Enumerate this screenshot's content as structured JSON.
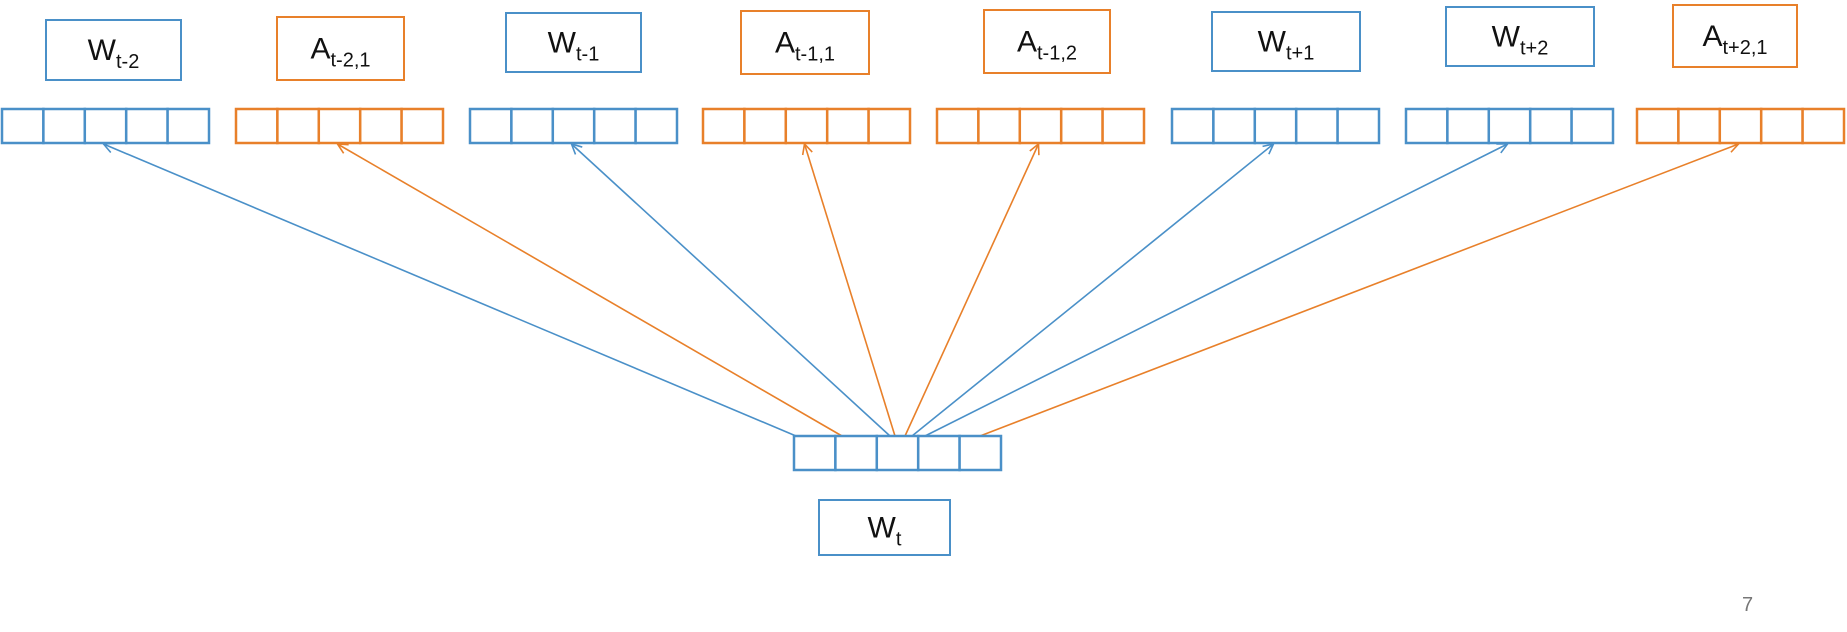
{
  "colors": {
    "word": "#4a90c8",
    "attribute": "#e8802a"
  },
  "context_nodes": [
    {
      "kind": "word",
      "base": "W",
      "sub": "t-2"
    },
    {
      "kind": "attribute",
      "base": "A",
      "sub": "t-2,1"
    },
    {
      "kind": "word",
      "base": "W",
      "sub": "t-1"
    },
    {
      "kind": "attribute",
      "base": "A",
      "sub": "t-1,1"
    },
    {
      "kind": "attribute",
      "base": "A",
      "sub": "t-1,2"
    },
    {
      "kind": "word",
      "base": "W",
      "sub": "t+1"
    },
    {
      "kind": "word",
      "base": "W",
      "sub": "t+2"
    },
    {
      "kind": "attribute",
      "base": "A",
      "sub": "t+2,1"
    }
  ],
  "center_node": {
    "kind": "word",
    "base": "W",
    "sub": "t"
  },
  "vector_cells": 5,
  "page_number": "7"
}
